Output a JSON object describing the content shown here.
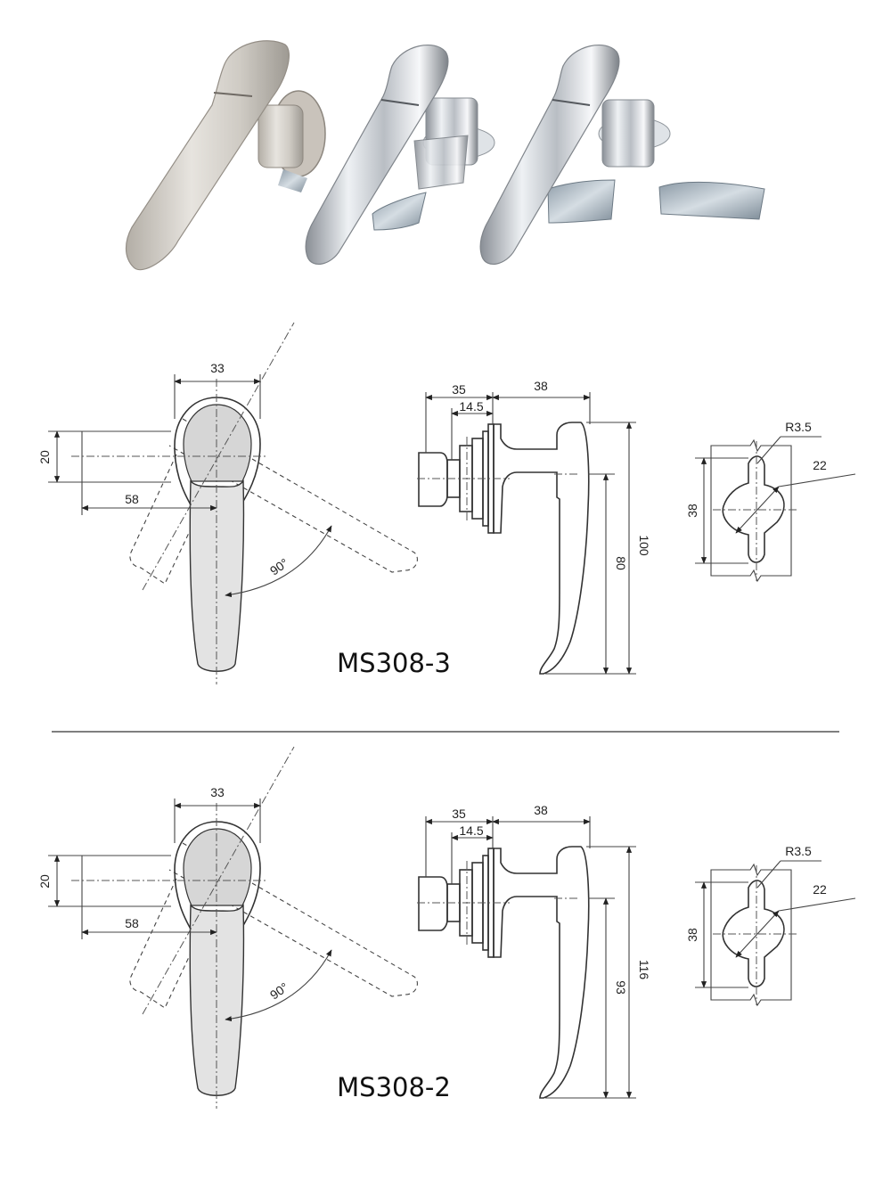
{
  "product_photo": {
    "items": [
      "satin-handle",
      "chrome-handle",
      "chrome-handle"
    ]
  },
  "drawings": [
    {
      "model": "MS308-3",
      "front_view": {
        "width": "33",
        "lever_height": "20",
        "offset": "58",
        "rotation": "90°"
      },
      "side_view": {
        "depth": "35",
        "body": "14.5",
        "reach": "38",
        "total_height": "100",
        "grip_height": "80"
      },
      "cutout": {
        "radius": "R3.5",
        "diameter": "22",
        "height": "38"
      }
    },
    {
      "model": "MS308-2",
      "front_view": {
        "width": "33",
        "lever_height": "20",
        "offset": "58",
        "rotation": "90°"
      },
      "side_view": {
        "depth": "35",
        "body": "14.5",
        "reach": "38",
        "total_height": "116",
        "grip_height": "93"
      },
      "cutout": {
        "radius": "R3.5",
        "diameter": "22",
        "height": "38"
      }
    }
  ]
}
